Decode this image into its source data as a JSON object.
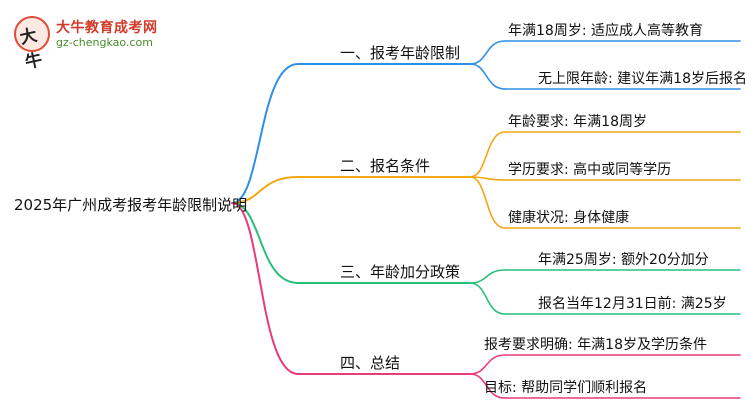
{
  "logo": {
    "name": "大牛教育成考网",
    "url": "gz-chengkao.com",
    "mark_text": "大牛"
  },
  "mindmap": {
    "root": "2025年广州成考报考年龄限制说明",
    "branches": [
      {
        "label": "一、报考年龄限制",
        "color": "#2f8fe6",
        "leaves": [
          "年满18周岁: 适应成人高等教育",
          "无上限年龄: 建议年满18岁后报名"
        ]
      },
      {
        "label": "二、报名条件",
        "color": "#f0a712",
        "leaves": [
          "年龄要求: 年满18周岁",
          "学历要求: 高中或同等学历",
          "健康状况: 身体健康"
        ]
      },
      {
        "label": "三、年龄加分政策",
        "color": "#27c07a",
        "leaves": [
          "年满25周岁: 额外20分加分",
          "报名当年12月31日前: 满25岁"
        ]
      },
      {
        "label": "四、总结",
        "color": "#ea3a7a",
        "leaves": [
          "报考要求明确: 年满18岁及学历条件",
          "目标: 帮助同学们顺利报名"
        ]
      }
    ]
  }
}
